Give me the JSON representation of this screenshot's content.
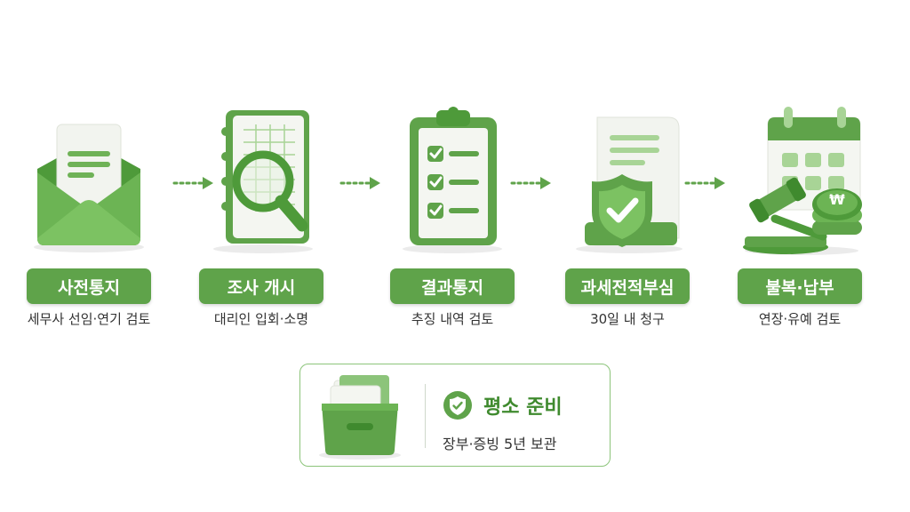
{
  "steps": [
    {
      "label": "사전통지",
      "sub": "세무사 선임·연기 검토",
      "icon": "envelope-icon"
    },
    {
      "label": "조사 개시",
      "sub": "대리인 입회·소명",
      "icon": "magnifier-ledger-icon"
    },
    {
      "label": "결과통지",
      "sub": "추징 내역 검토",
      "icon": "clipboard-checklist-icon"
    },
    {
      "label": "과세전적부심",
      "sub": "30일 내 청구",
      "icon": "document-shield-icon"
    },
    {
      "label": "불복·납부",
      "sub": "연장·유예 검토",
      "icon": "calendar-gavel-coins-icon"
    }
  ],
  "coin_symbol": "₩",
  "footer": {
    "title": "평소 준비",
    "subtitle": "장부·증빙 5년 보관",
    "icon": "file-box-icon",
    "badge_icon": "shield-check-icon"
  },
  "colors": {
    "primary": "#5fa34a",
    "dark": "#3f8a2e",
    "light": "#e8f3e1",
    "paper": "#f4f6f1"
  }
}
